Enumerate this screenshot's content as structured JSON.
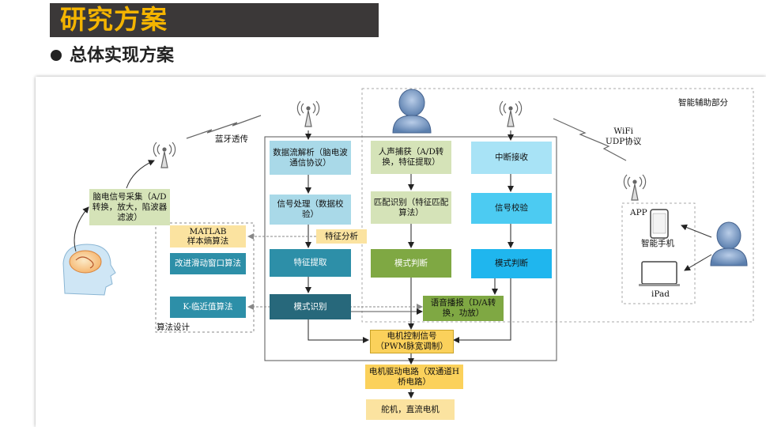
{
  "header": {
    "title": "研究方案",
    "subtitle": "总体实现方案"
  },
  "diagram": {
    "eeg_box": "脑电信号采集（A/D转换，放大，陷波器滤波）",
    "bluetooth_label": "蓝牙透传",
    "wifi_label": "WiFi\nUDP协议",
    "smart_assist_label": "智能辅助部分",
    "algo_design_label": "算法设计",
    "col1": [
      "数据流解析（脑电波通信协议）",
      "信号处理（数据校验）",
      "特征提取",
      "模式识别"
    ],
    "col2": [
      "人声捕获（A/D转换，特征提取）",
      "匹配识别（特征匹配算法）",
      "模式判断"
    ],
    "col3": [
      "中断接收",
      "信号校验",
      "模式判断"
    ],
    "algo": [
      "MATLAB\n样本熵算法",
      "改进滑动窗口算法",
      "K-临近值算法"
    ],
    "feature_analysis": "特征分析",
    "voice_broadcast": "语音播报（D/A转换，功放）",
    "motor_signal": "电机控制信号（PWM脉宽调制）",
    "motor_drive": "电机驱动电路（双通道H桥电路）",
    "actuator": "舵机，直流电机",
    "app_label": "APP",
    "phone_label": "智能手机",
    "ipad_label": "iPad"
  },
  "colors": {
    "title_bg": "#3b3838",
    "title_text": "#f4b400",
    "light_blue": "#a9d9e8",
    "light_green": "#d5e3b8",
    "dark_teal": "#2d8fa8",
    "dark_green": "#7fa843",
    "cyan": "#2ec4f0",
    "yellow": "#fbd15b",
    "light_yellow": "#fbe3a0"
  }
}
